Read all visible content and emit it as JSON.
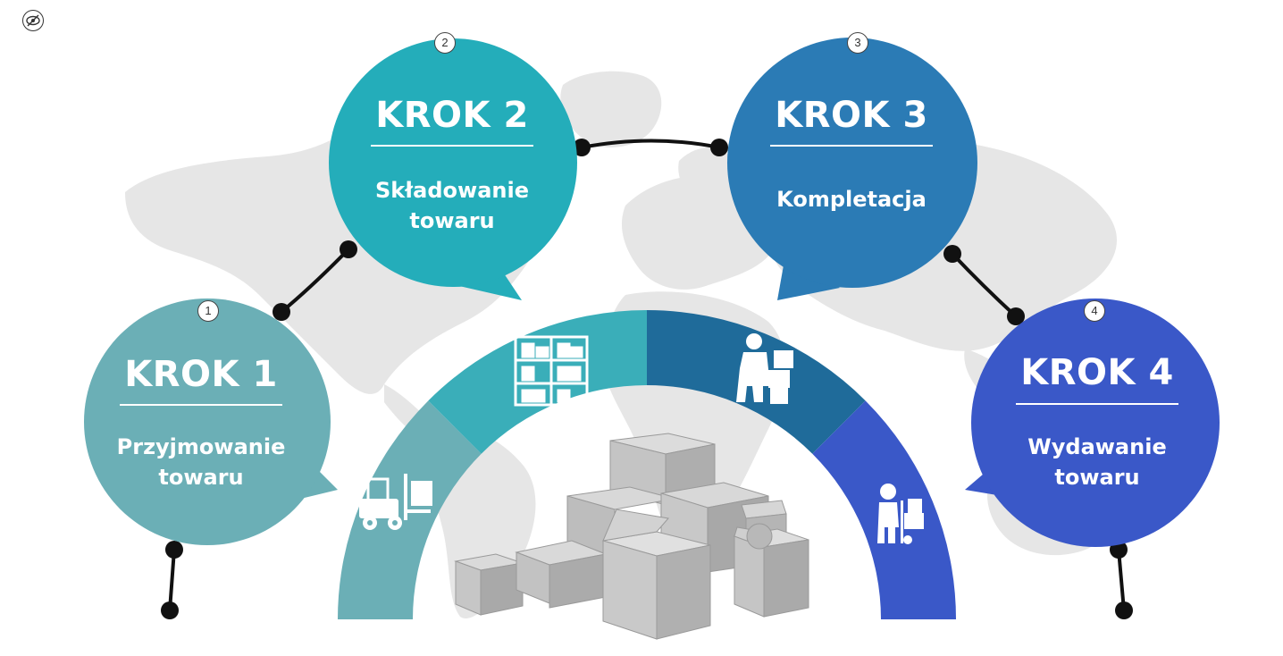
{
  "steps": [
    {
      "number": "1",
      "title": "KROK 1",
      "subtitle_lines": [
        "Przyjmowanie",
        "towaru"
      ],
      "color": "#6bafb6"
    },
    {
      "number": "2",
      "title": "KROK 2",
      "subtitle_lines": [
        "Składowanie",
        "towaru"
      ],
      "color": "#24adba"
    },
    {
      "number": "3",
      "title": "KROK 3",
      "subtitle_lines": [
        "Kompletacja"
      ],
      "color": "#2b7bb5"
    },
    {
      "number": "4",
      "title": "KROK 4",
      "subtitle_lines": [
        "Wydawanie",
        "towaru"
      ],
      "color": "#3a58c8"
    }
  ],
  "arc": {
    "segment_colors": [
      "#6bafb6",
      "#3aaeb9",
      "#1f6b9a",
      "#3a58c8"
    ],
    "segment_icons": [
      "forklift-icon",
      "warehouse-shelves-icon",
      "order-picker-icon",
      "delivery-worker-icon"
    ]
  },
  "center_image": "cardboard-boxes-stack",
  "background": {
    "map": "world-map",
    "map_color": "#e6e6e6"
  },
  "connector_color": "#111111",
  "visibility_toggle": "eye-slash-icon"
}
